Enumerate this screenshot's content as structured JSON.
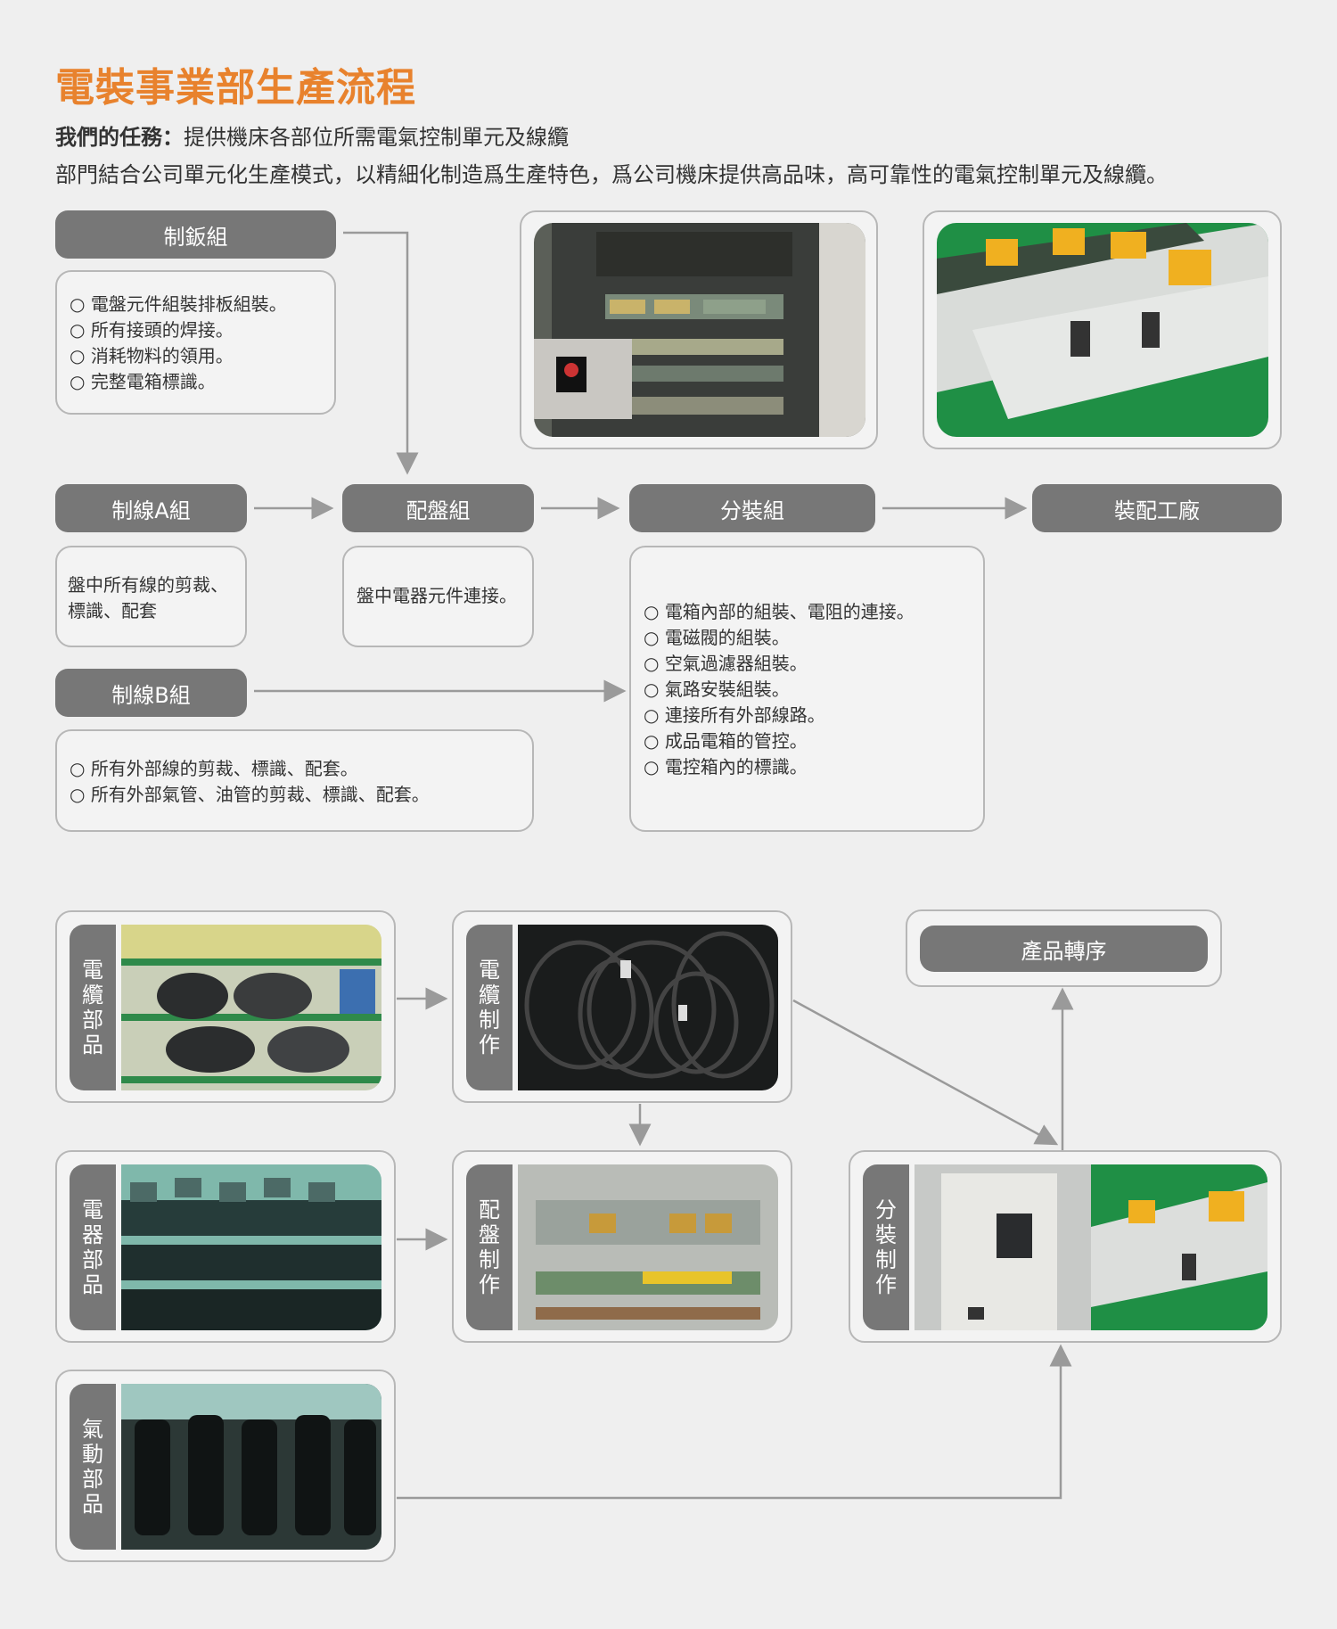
{
  "title": "電裝事業部生產流程",
  "mission": {
    "label": "我們的任務：",
    "text": "提供機床各部位所需電氣控制單元及線纜"
  },
  "intro": "部門結合公司單元化生產模式，以精細化制造爲生產特色，爲公司機床提供高品味，高可靠性的電氣控制單元及線纜。",
  "groups": {
    "sheet_metal": {
      "label": "制鈑組",
      "items": [
        "電盤元件組裝排板組裝。",
        "所有接頭的焊接。",
        "消耗物料的領用。",
        "完整電箱標識。"
      ]
    },
    "wire_a": {
      "label": "制線A組",
      "text": "盤中所有線的剪裁、標識、配套"
    },
    "panel": {
      "label": "配盤組",
      "text": "盤中電器元件連接。"
    },
    "sub_assembly": {
      "label": "分裝組",
      "items": [
        "電箱內部的組裝、電阻的連接。",
        "電磁閥的組裝。",
        "空氣過濾器組裝。",
        "氣路安裝組裝。",
        "連接所有外部線路。",
        "成品電箱的管控。",
        "電控箱內的標識。"
      ]
    },
    "assembly_plant": {
      "label": "裝配工廠"
    },
    "wire_b": {
      "label": "制線B組",
      "items": [
        "所有外部線的剪裁、標識、配套。",
        "所有外部氣管、油管的剪裁、標識、配套。"
      ]
    }
  },
  "flow2": {
    "cable_parts": "電纜部品",
    "cable_making": "電纜制作",
    "electrical_parts": "電器部品",
    "panel_making": "配盤制作",
    "pneumatic_parts": "氣動部品",
    "sub_assembly_making": "分裝制作",
    "product_transfer": "產品轉序"
  },
  "colors": {
    "accent": "#e8822d",
    "pill": "#777777",
    "arrow": "#9a9a9a",
    "border": "#b7b7b7"
  }
}
